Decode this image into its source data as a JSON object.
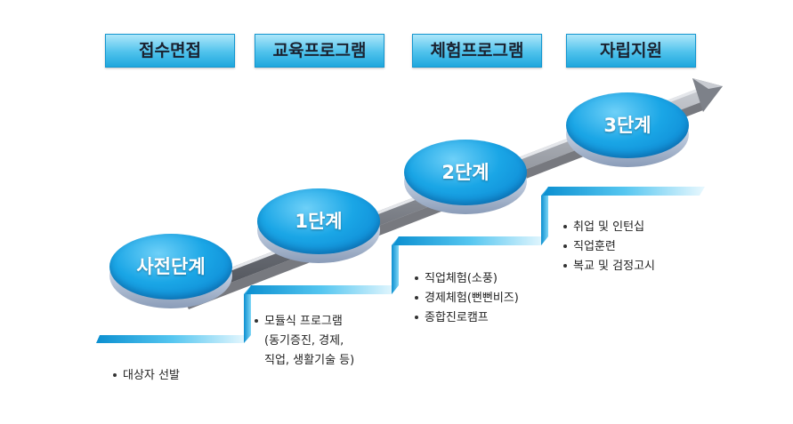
{
  "headers": [
    "접수면접",
    "교육프로그램",
    "체험프로그램",
    "자립지원"
  ],
  "stages": [
    "사전단계",
    "1단계",
    "2단계",
    "3단계"
  ],
  "details": {
    "pre": [
      "대상자 선발"
    ],
    "step1": [
      "모듈식 프로그램",
      "(동기증진, 경제,",
      "직업, 생활기술 등)"
    ],
    "step2": [
      "직업체험(소풍)",
      "경제체험(뻔뻔비즈)",
      "종합진로캠프"
    ],
    "step3": [
      "취업 및 인턴십",
      "직업훈련",
      "복교 및 검정고시"
    ]
  }
}
